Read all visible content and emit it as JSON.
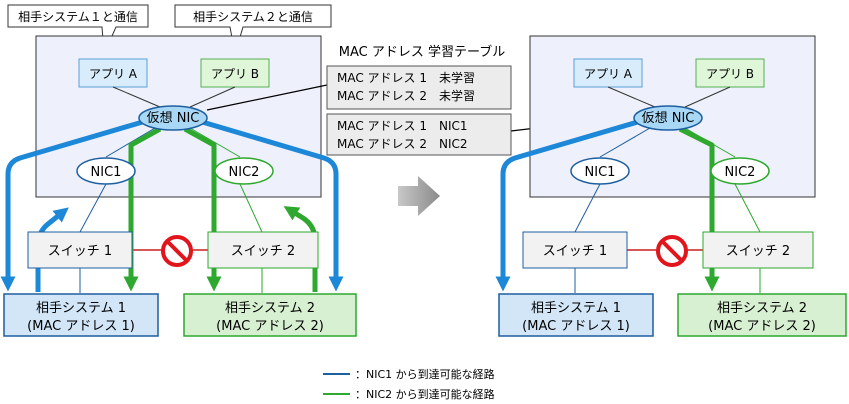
{
  "callouts": {
    "app_a_comm": "相手システム１と通信",
    "app_b_comm": "相手システム２と通信"
  },
  "apps": {
    "app_a": "アプリ A",
    "app_b": "アプリ B"
  },
  "nics": {
    "virtual": "仮想 NIC",
    "nic1": "NIC1",
    "nic2": "NIC2"
  },
  "switches": {
    "switch1": "スイッチ 1",
    "switch2": "スイッチ 2"
  },
  "systems": {
    "system1": "相手システム 1",
    "system2": "相手システム 2",
    "mac1": "(MAC アドレス 1)",
    "mac2": "(MAC アドレス 2)"
  },
  "mac_table": {
    "title": "MAC アドレス 学習テーブル",
    "before": [
      "MAC アドレス 1　未学習",
      "MAC アドレス 2　未学習"
    ],
    "after": [
      "MAC アドレス 1　NIC1",
      "MAC アドレス 2　NIC2"
    ]
  },
  "legend": {
    "nic1": "：NIC1 から到達可能な経路",
    "nic2": "：NIC2 から到達可能な経路"
  },
  "colors": {
    "nic1_path": "#1e88d8",
    "nic2_path": "#2ea82e",
    "host_bg": "#eef0fb",
    "blocked": "#e0161c"
  }
}
